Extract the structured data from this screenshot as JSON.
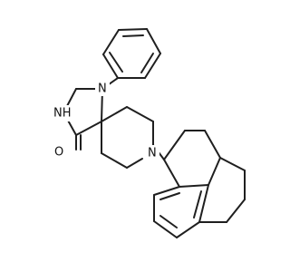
{
  "colors": {
    "background": "#ffffff",
    "bond": "#1f1f1f",
    "text": "#111111"
  },
  "molecule": {
    "atom_labels": {
      "n1": "N",
      "nh": "NH",
      "o": "O",
      "n8": "N"
    }
  }
}
